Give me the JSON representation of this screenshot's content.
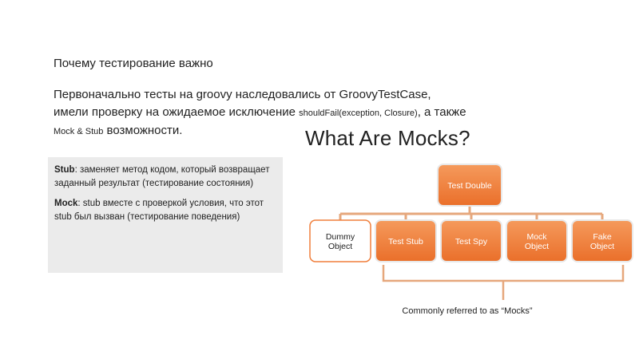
{
  "slide": {
    "title": "Почему тестирование важно",
    "intro_part1": "Первоначально тесты на groovy наследовались от GroovyTestCase, имели проверку на ожидаемое исключение ",
    "intro_code1": "shouldFail(exception, Closure)",
    "intro_part2": ", а также ",
    "intro_code2": "Mock & Stub",
    "intro_part3": " возможности."
  },
  "info_box": {
    "stub_term": "Stub",
    "stub_text": ": заменяет метод кодом, который возвращает заданный результат (тестирование состояния)",
    "mock_term": "Mock",
    "mock_text": ": stub вместе с проверкой условия, что этот stub был вызван (тестирование поведения)"
  },
  "diagram": {
    "title": "What Are Mocks?",
    "root": [
      "Test Double"
    ],
    "children": [
      {
        "lines": [
          "Dummy",
          "Object"
        ],
        "style": "outline"
      },
      {
        "lines": [
          "Test Stub"
        ],
        "style": "filled"
      },
      {
        "lines": [
          "Test Spy"
        ],
        "style": "filled"
      },
      {
        "lines": [
          "Mock",
          "Object"
        ],
        "style": "filled"
      },
      {
        "lines": [
          "Fake",
          "Object"
        ],
        "style": "filled"
      }
    ],
    "caption": "Commonly referred to as “Mocks”",
    "colors": {
      "box_fill": "#f07f3c",
      "box_border": "#e8e8e8",
      "connector": "#e6a77c",
      "outline_border": "#f07f3c",
      "box_text": "#ffffff",
      "outline_text": "#222222"
    }
  }
}
